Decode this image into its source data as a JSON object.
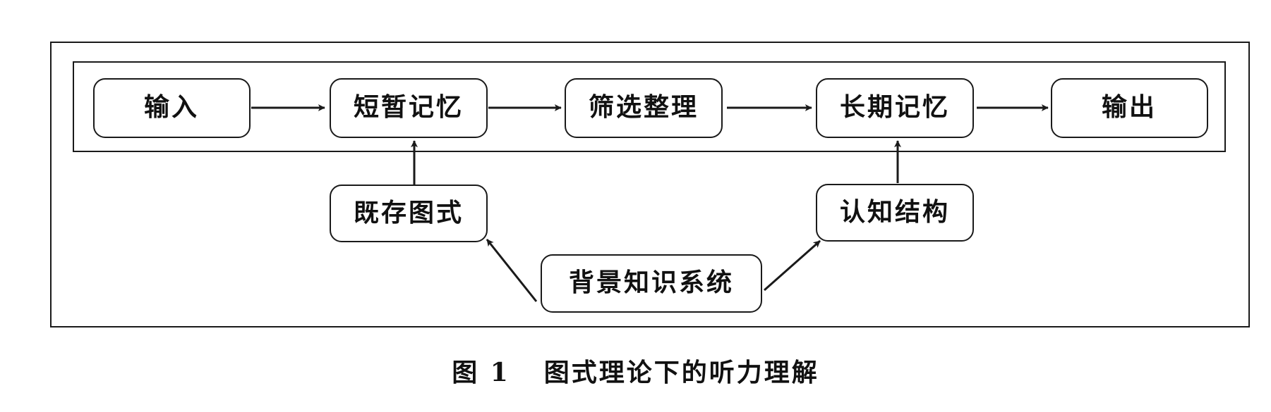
{
  "diagram": {
    "nodes": {
      "input": "输入",
      "short_term_memory": "短暂记忆",
      "filter_organize": "筛选整理",
      "long_term_memory": "长期记忆",
      "output": "输出",
      "existing_schema": "既存图式",
      "cognitive_structure": "认知结构",
      "background_knowledge": "背景知识系统"
    },
    "edges": [
      {
        "from": "input",
        "to": "short_term_memory"
      },
      {
        "from": "short_term_memory",
        "to": "filter_organize"
      },
      {
        "from": "filter_organize",
        "to": "long_term_memory"
      },
      {
        "from": "long_term_memory",
        "to": "output"
      },
      {
        "from": "existing_schema",
        "to": "short_term_memory"
      },
      {
        "from": "cognitive_structure",
        "to": "long_term_memory"
      },
      {
        "from": "background_knowledge",
        "to": "existing_schema"
      },
      {
        "from": "background_knowledge",
        "to": "cognitive_structure"
      }
    ]
  },
  "caption": {
    "number": "图 1",
    "title": "图式理论下的听力理解"
  }
}
